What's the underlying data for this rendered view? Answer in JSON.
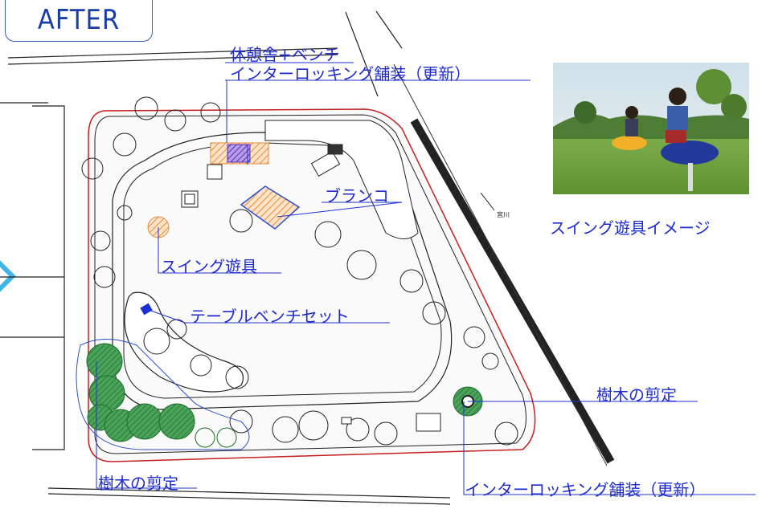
{
  "badge": {
    "text": "AFTER"
  },
  "labels": {
    "rest_house": "休憩舎+ベンチ",
    "paving_top": "インターロッキング舗装（更新）",
    "swing_set": "ブランコ",
    "swing_toy": "スイング遊具",
    "table_bench": "テーブルベンチセット",
    "pruning_right": "樹木の剪定",
    "pruning_left": "樹木の剪定",
    "paving_bottom": "インターロッキング舗装（更新）",
    "river": "宮川"
  },
  "photo": {
    "caption": "スイング遊具イメージ"
  },
  "colors": {
    "label": "#1d2bd0",
    "leader": "#2233cc",
    "tree_green": "#2e8b3c",
    "paving_orange": "#e88a3a",
    "paving_purple": "#6a3fc0"
  }
}
